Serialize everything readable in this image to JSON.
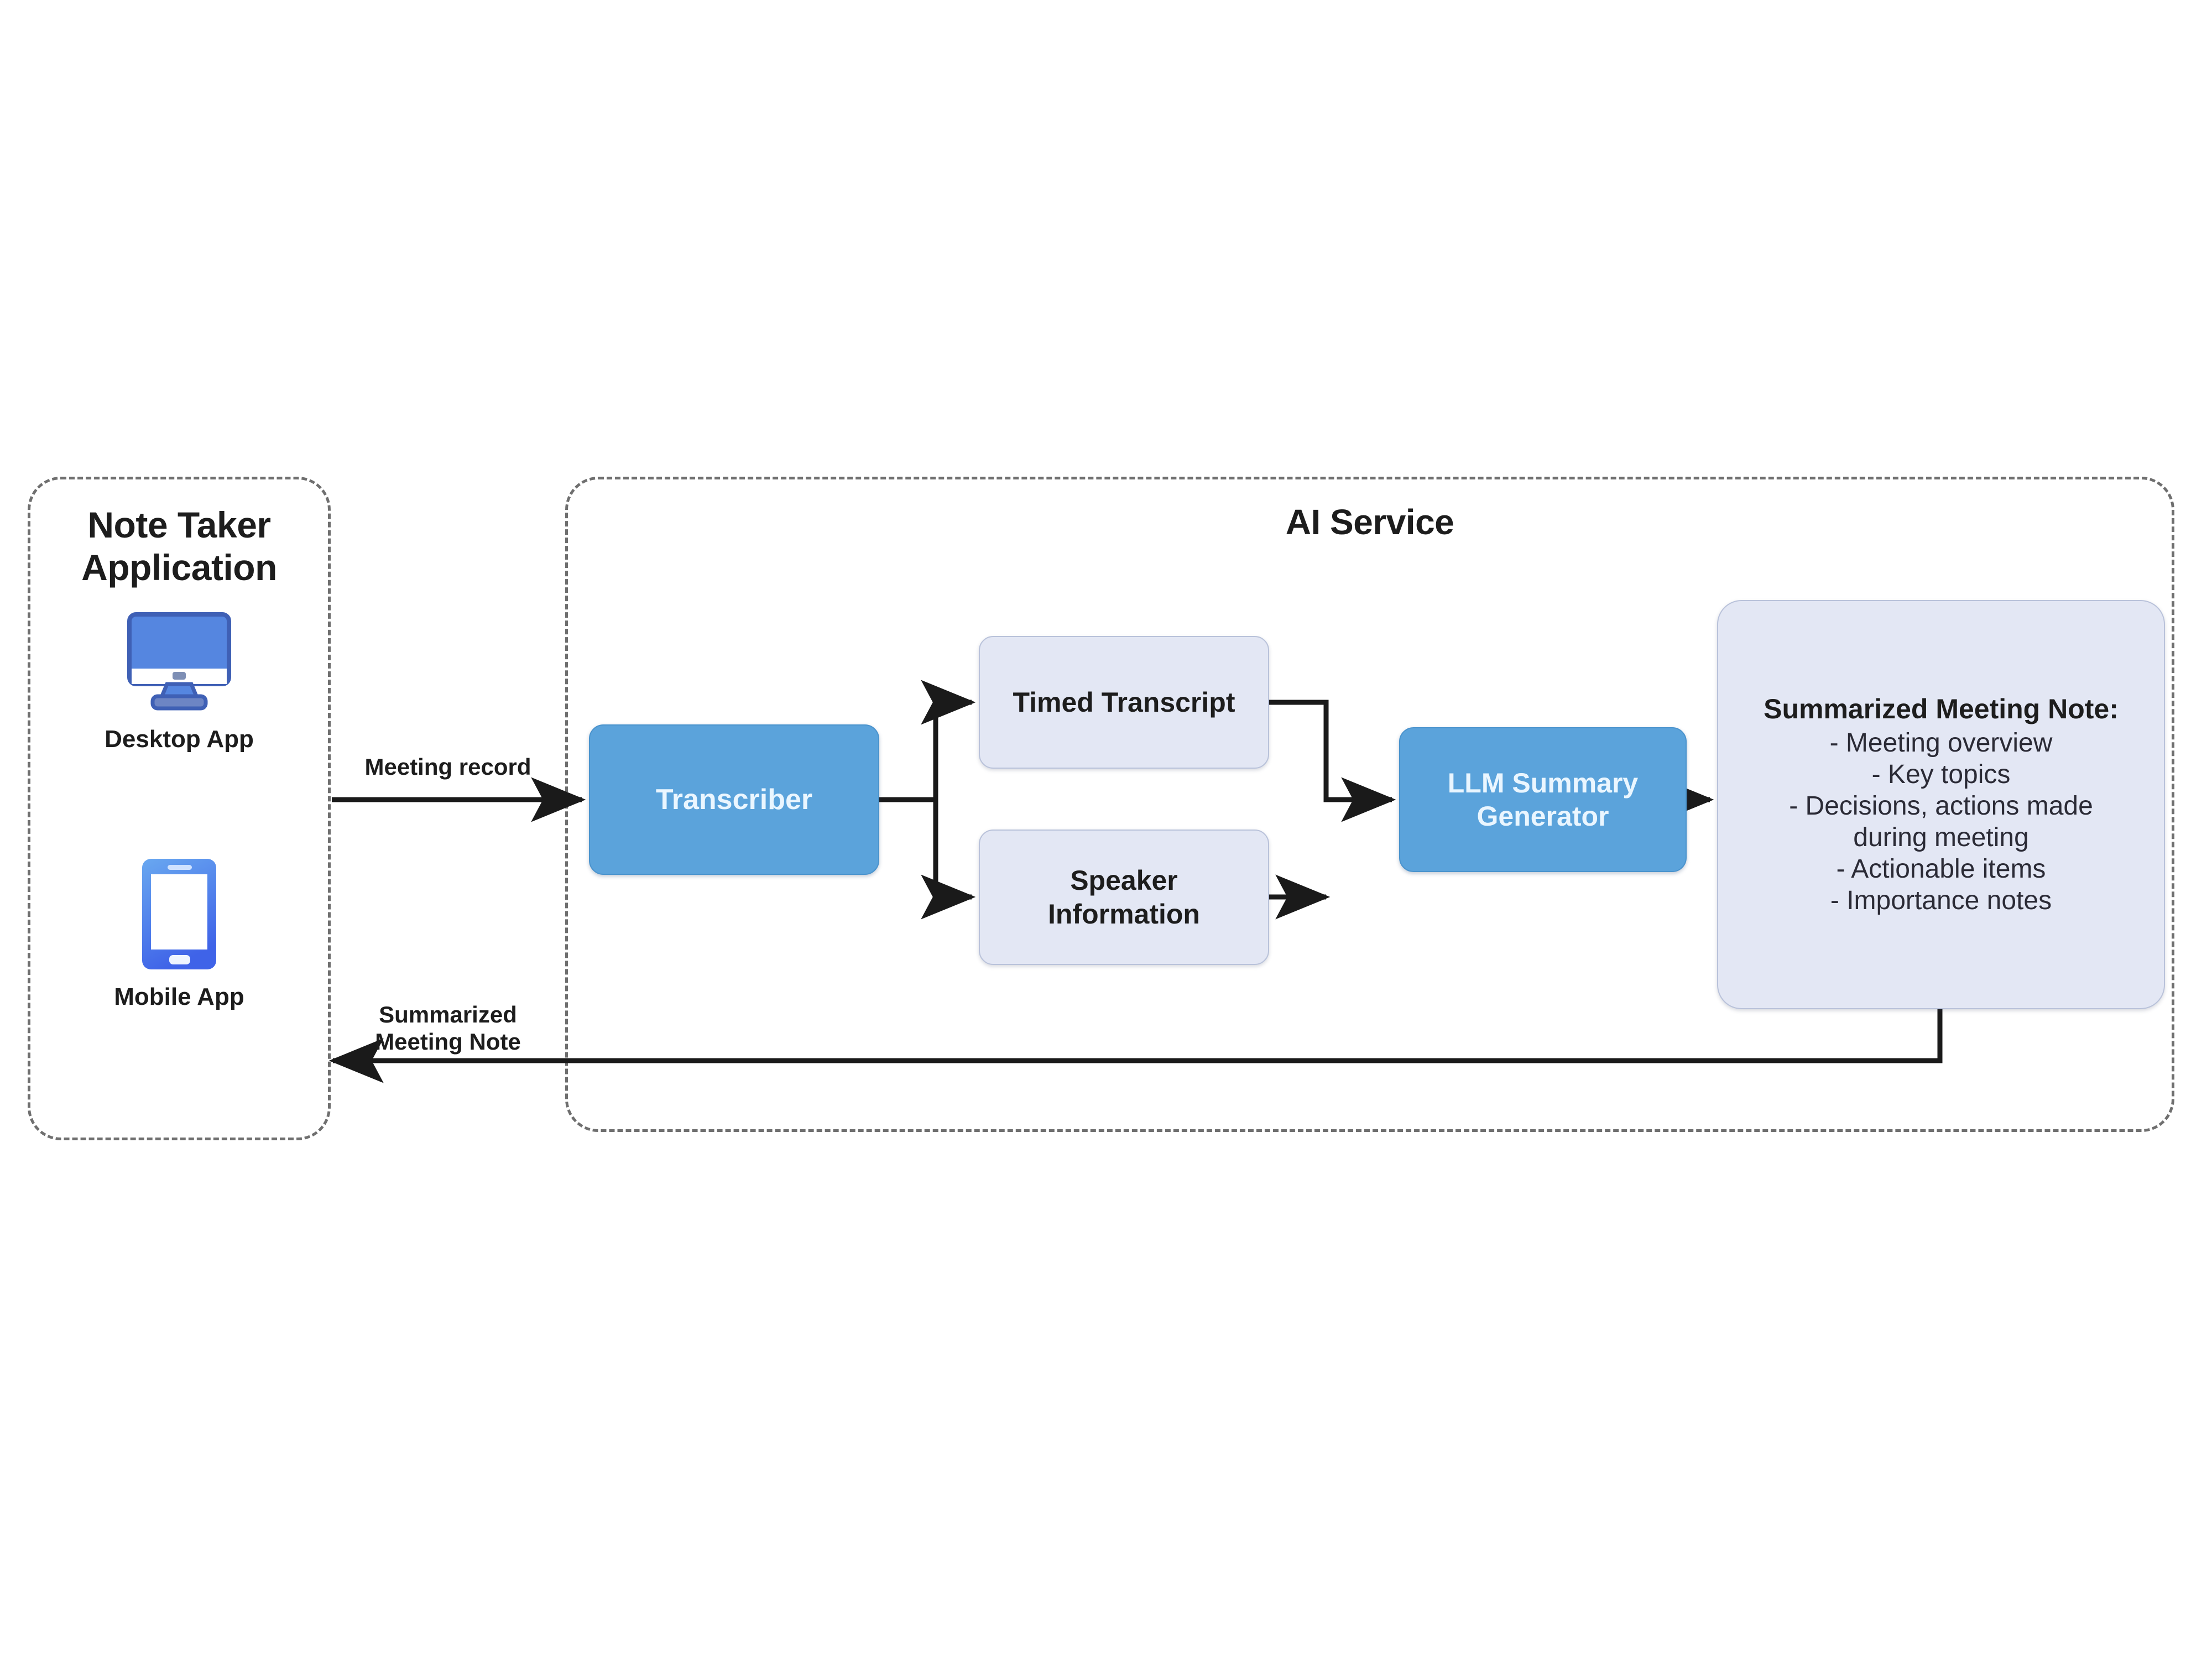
{
  "diagram": {
    "groups": [
      {
        "id": "note-taker",
        "title": "Note Taker\nApplication"
      },
      {
        "id": "ai-service",
        "title": "AI Service"
      }
    ],
    "devices": [
      {
        "id": "desktop",
        "icon": "desktop-monitor-icon",
        "caption": "Desktop App"
      },
      {
        "id": "mobile",
        "icon": "mobile-phone-icon",
        "caption": "Mobile App"
      }
    ],
    "nodes": {
      "transcriber": {
        "label": "Transcriber",
        "kind": "process"
      },
      "timed_transcript": {
        "label": "Timed Transcript",
        "kind": "data"
      },
      "speaker_information": {
        "label": "Speaker\nInformation",
        "kind": "data"
      },
      "llm_summary": {
        "label": "LLM Summary\nGenerator",
        "kind": "process"
      },
      "summarized_note": {
        "title": "Summarized Meeting Note:",
        "kind": "data",
        "items": [
          "- Meeting overview",
          "- Key topics",
          "- Decisions, actions made",
          "during meeting",
          "- Actionable items",
          "- Importance notes"
        ]
      }
    },
    "edges": [
      {
        "id": "meeting-record",
        "label": "Meeting record",
        "from": "note-taker",
        "to": "transcriber"
      },
      {
        "id": "summarized-note",
        "label": "Summarized\nMeeting Note",
        "from": "summarized_note",
        "to": "note-taker"
      }
    ],
    "colors": {
      "process_fill": "#5BA3DB",
      "process_text": "#eaf6ff",
      "data_fill": "#e3e7f4",
      "data_border": "#b9c2da",
      "connector": "#1a1a1a",
      "group_border": "#6f6f6f",
      "device_blue": "#5586e0",
      "text": "#1d1d1d"
    }
  }
}
